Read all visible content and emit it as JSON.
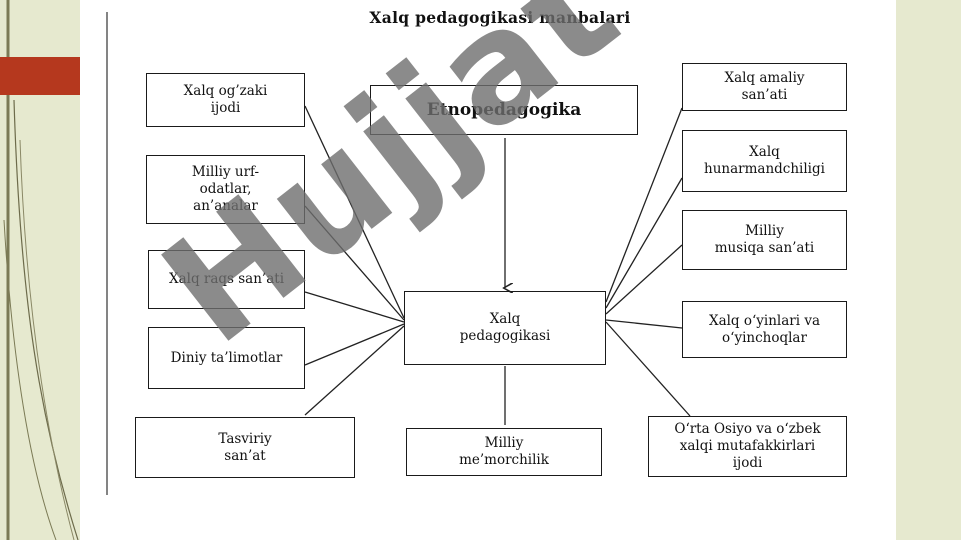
{
  "title": "Xalq pedagogikasi  manbalari",
  "top_box": "Etnopedagogika",
  "center_box": "Xalq\npedagogikasi",
  "bottom_box": "Milliy\nme’morchilik",
  "left_boxes": [
    "Xalq  og’zaki\nijodi",
    "Milliy urf-\nodatlar,\nan’analar",
    "Xalq raqs san’ati",
    "Diniy ta’limotlar",
    "Tasviriy\nsan’at"
  ],
  "right_boxes": [
    "Xalq amaliy\nsan’ati",
    "Xalq\nhunarmandchiligi",
    "Milliy\nmusiqa san’ati",
    "Xalq  o‘yinlari va\no‘yinchoqlar",
    "O‘rta Osiyo va o‘zbek\nxalqi mutafakkirlari\nijodi"
  ],
  "watermark": {
    "main": "Hujjat",
    "accent": "24"
  },
  "colors": {
    "side_background": "#e6e9cf",
    "accent_bar": "#b5381e",
    "watermark_gray": "#6e6e6e",
    "watermark_purple": "#c95cdb"
  }
}
